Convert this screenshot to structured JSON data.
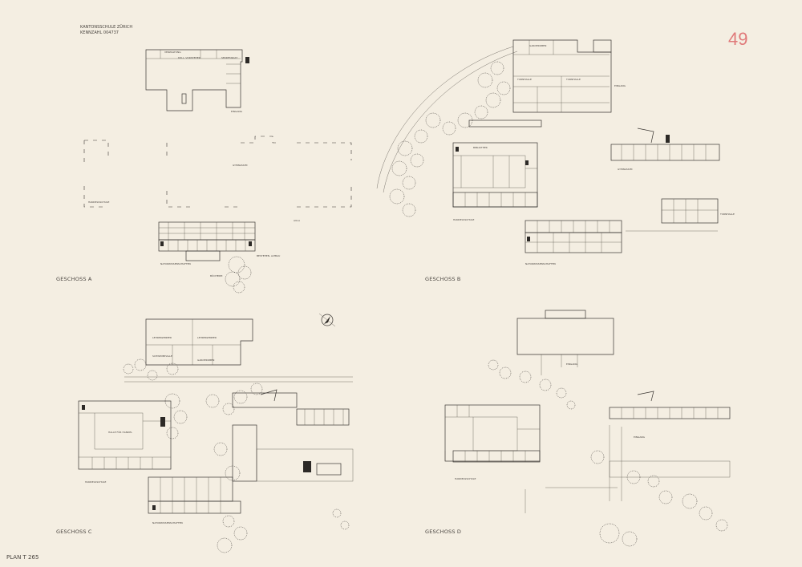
{
  "header": {
    "line1": "KANTONSSCHULE ZÜRICH",
    "line2": "KENNZAHL 004737"
  },
  "sheet_number": "49",
  "plan_number": "PLAN T 265",
  "floors": {
    "a": {
      "title": "GESCHOSS A"
    },
    "b": {
      "title": "GESCHOSS B"
    },
    "c": {
      "title": "GESCHOSS C"
    },
    "d": {
      "title": "GESCHOSS D"
    }
  },
  "labels": {
    "a_naturwissenschaften": "NATURWISSENSCHAFTEN",
    "a_handelsschule": "HANDELSSCHULE",
    "b_naturwissenschaften": "NATURWISSENSCHAFTEN",
    "b_handelsschule": "HANDELSSCHULE",
    "b_gymnasium": "GYMNASIUM",
    "c_naturwissenschaften": "NATURWISSENSCHAFTEN",
    "c_handelsschule": "HANDELSSCHULE",
    "d_handelsschule": "HANDELSSCHULE"
  }
}
